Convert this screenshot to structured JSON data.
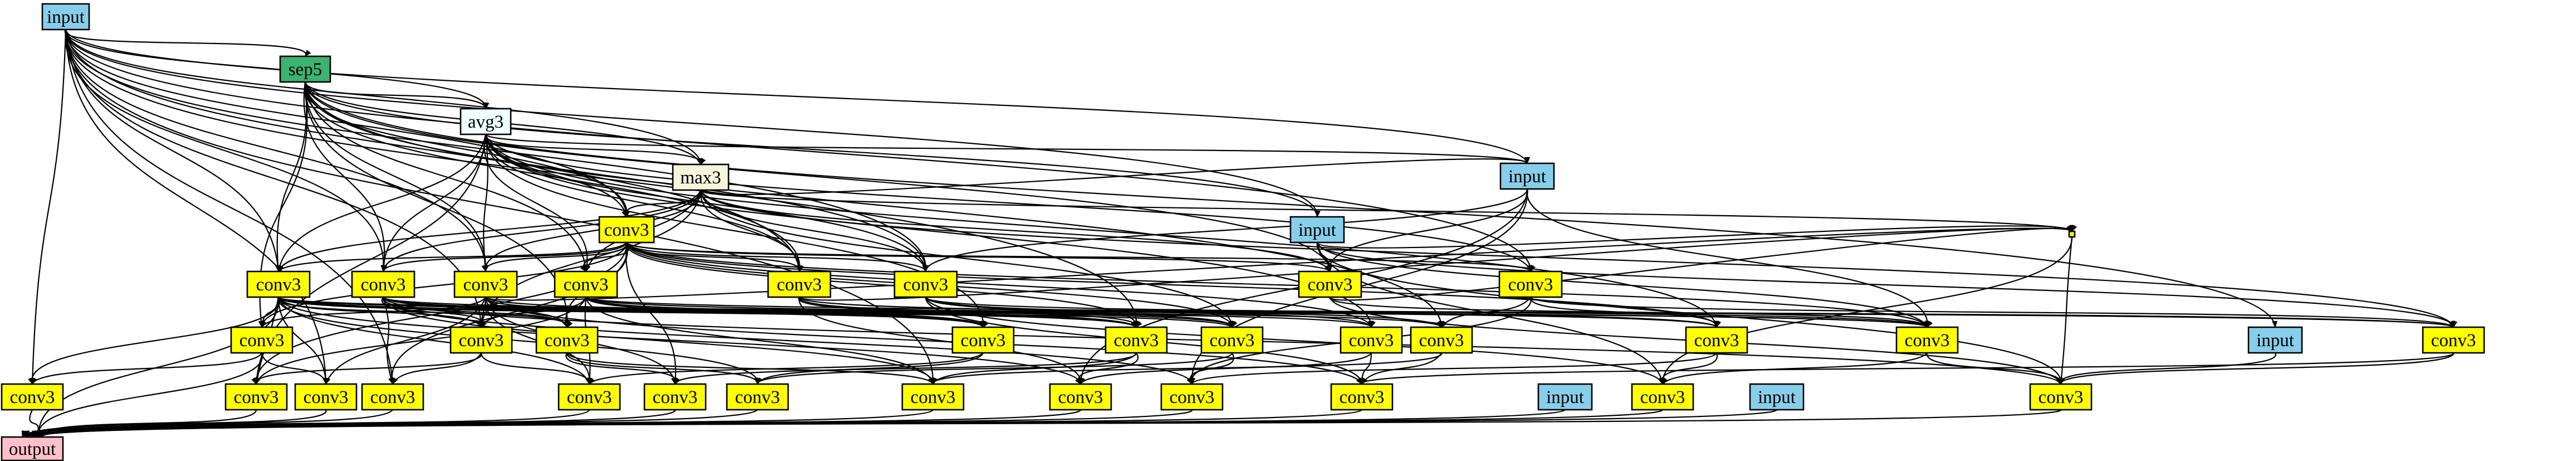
{
  "graph": {
    "colors": {
      "input": "#87ceeb",
      "output": "#ffc0cb",
      "sep5": "#3cb371",
      "avg3": "#f0ffff",
      "max3": "#f5f5dc",
      "conv3": "#ffff00",
      "edge": "#000000"
    },
    "nodes": [
      {
        "id": "n0",
        "label": "input",
        "type": "input"
      },
      {
        "id": "n1",
        "label": "sep5",
        "type": "sep5"
      },
      {
        "id": "n2",
        "label": "avg3",
        "type": "avg3"
      },
      {
        "id": "n3",
        "label": "max3",
        "type": "max3"
      },
      {
        "id": "n4",
        "label": "input",
        "type": "input"
      },
      {
        "id": "n5",
        "label": "conv3",
        "type": "conv3"
      },
      {
        "id": "n6",
        "label": "input",
        "type": "input"
      },
      {
        "id": "n7",
        "label": "conv3",
        "type": "conv3"
      },
      {
        "id": "n8",
        "label": "conv3",
        "type": "conv3"
      },
      {
        "id": "n9",
        "label": "conv3",
        "type": "conv3"
      },
      {
        "id": "n10",
        "label": "conv3",
        "type": "conv3"
      },
      {
        "id": "n11",
        "label": "conv3",
        "type": "conv3"
      },
      {
        "id": "n12",
        "label": "conv3",
        "type": "conv3"
      },
      {
        "id": "n13",
        "label": "conv3",
        "type": "conv3"
      },
      {
        "id": "n14",
        "label": "conv3",
        "type": "conv3"
      },
      {
        "id": "n15",
        "label": "conv3",
        "type": "conv3"
      },
      {
        "id": "n16",
        "label": "conv3",
        "type": "conv3"
      },
      {
        "id": "n17",
        "label": "conv3",
        "type": "conv3"
      },
      {
        "id": "n18",
        "label": "conv3",
        "type": "conv3"
      },
      {
        "id": "n19",
        "label": "conv3",
        "type": "conv3"
      },
      {
        "id": "n20",
        "label": "conv3",
        "type": "conv3"
      },
      {
        "id": "n21",
        "label": "conv3",
        "type": "conv3"
      },
      {
        "id": "n22",
        "label": "conv3",
        "type": "conv3"
      },
      {
        "id": "n23",
        "label": "conv3",
        "type": "conv3"
      },
      {
        "id": "n24",
        "label": "conv3",
        "type": "conv3"
      },
      {
        "id": "n25",
        "label": "conv3",
        "type": "conv3"
      },
      {
        "id": "n26",
        "label": "conv3",
        "type": "conv3"
      },
      {
        "id": "n27",
        "label": "input",
        "type": "input"
      },
      {
        "id": "n28",
        "label": "conv3",
        "type": "conv3"
      },
      {
        "id": "n29",
        "label": "conv3",
        "type": "conv3"
      },
      {
        "id": "n30",
        "label": "conv3",
        "type": "conv3"
      },
      {
        "id": "n31",
        "label": "conv3",
        "type": "conv3"
      },
      {
        "id": "n32",
        "label": "conv3",
        "type": "conv3"
      },
      {
        "id": "n33",
        "label": "conv3",
        "type": "conv3"
      },
      {
        "id": "n34",
        "label": "conv3",
        "type": "conv3"
      },
      {
        "id": "n35",
        "label": "conv3",
        "type": "conv3"
      },
      {
        "id": "n36",
        "label": "conv3",
        "type": "conv3"
      },
      {
        "id": "n37",
        "label": "conv3",
        "type": "conv3"
      },
      {
        "id": "n38",
        "label": "conv3",
        "type": "conv3"
      },
      {
        "id": "n39",
        "label": "conv3",
        "type": "conv3"
      },
      {
        "id": "n40",
        "label": "conv3",
        "type": "conv3"
      },
      {
        "id": "n41",
        "label": "input",
        "type": "input"
      },
      {
        "id": "n42",
        "label": "input",
        "type": "input"
      },
      {
        "id": "n43",
        "label": "output",
        "type": "output"
      }
    ],
    "edges": [
      [
        "n0",
        "n1"
      ],
      [
        "n0",
        "n2"
      ],
      [
        "n0",
        "n3"
      ],
      [
        "n0",
        "n4"
      ],
      [
        "n0",
        "n6"
      ],
      [
        "n0",
        "n5"
      ],
      [
        "n0",
        "n7"
      ],
      [
        "n0",
        "n8"
      ],
      [
        "n0",
        "n9"
      ],
      [
        "n0",
        "n11"
      ],
      [
        "n0",
        "n12"
      ],
      [
        "n0",
        "n14"
      ],
      [
        "n0",
        "n16"
      ],
      [
        "n0",
        "n19"
      ],
      [
        "n0",
        "n28"
      ],
      [
        "n0",
        "n30"
      ],
      [
        "n0",
        "n31"
      ],
      [
        "n0",
        "n35"
      ],
      [
        "n1",
        "n2"
      ],
      [
        "n1",
        "n3"
      ],
      [
        "n1",
        "n5"
      ],
      [
        "n1",
        "n6"
      ],
      [
        "n1",
        "n7"
      ],
      [
        "n1",
        "n8"
      ],
      [
        "n1",
        "n9"
      ],
      [
        "n1",
        "n10"
      ],
      [
        "n1",
        "n11"
      ],
      [
        "n1",
        "n12"
      ],
      [
        "n1",
        "n13"
      ],
      [
        "n1",
        "n15"
      ],
      [
        "n1",
        "n17"
      ],
      [
        "n1",
        "n22"
      ],
      [
        "n1",
        "n27"
      ],
      [
        "n2",
        "n3"
      ],
      [
        "n2",
        "n4"
      ],
      [
        "n2",
        "n5"
      ],
      [
        "n2",
        "n7"
      ],
      [
        "n2",
        "n8"
      ],
      [
        "n2",
        "n9"
      ],
      [
        "n2",
        "n10"
      ],
      [
        "n2",
        "n11"
      ],
      [
        "n2",
        "n12"
      ],
      [
        "n2",
        "n14"
      ],
      [
        "n2",
        "n18"
      ],
      [
        "n2",
        "n21"
      ],
      [
        "n2",
        "n23"
      ],
      [
        "n2",
        "n29"
      ],
      [
        "n3",
        "n4"
      ],
      [
        "n3",
        "n5"
      ],
      [
        "n3",
        "n7"
      ],
      [
        "n3",
        "n8"
      ],
      [
        "n3",
        "n9"
      ],
      [
        "n3",
        "n10"
      ],
      [
        "n3",
        "n11"
      ],
      [
        "n3",
        "n12"
      ],
      [
        "n3",
        "n13"
      ],
      [
        "n3",
        "n16"
      ],
      [
        "n3",
        "n20"
      ],
      [
        "n3",
        "n25"
      ],
      [
        "n3",
        "n26"
      ],
      [
        "n4",
        "n12"
      ],
      [
        "n4",
        "n13"
      ],
      [
        "n4",
        "n24"
      ],
      [
        "n4",
        "n36"
      ],
      [
        "n4",
        "n37"
      ],
      [
        "n5",
        "n7"
      ],
      [
        "n5",
        "n8"
      ],
      [
        "n5",
        "n9"
      ],
      [
        "n5",
        "n10"
      ],
      [
        "n5",
        "n11"
      ],
      [
        "n5",
        "n12"
      ],
      [
        "n5",
        "n13"
      ],
      [
        "n5",
        "n14"
      ],
      [
        "n5",
        "n15"
      ],
      [
        "n5",
        "n17"
      ],
      [
        "n5",
        "n19"
      ],
      [
        "n5",
        "n20"
      ],
      [
        "n5",
        "n21"
      ],
      [
        "n5",
        "n23"
      ],
      [
        "n5",
        "n24"
      ],
      [
        "n5",
        "n29"
      ],
      [
        "n5",
        "n31"
      ],
      [
        "n5",
        "n33"
      ],
      [
        "n6",
        "n13"
      ],
      [
        "n6",
        "n24"
      ],
      [
        "n6",
        "n25"
      ],
      [
        "n6",
        "n26"
      ],
      [
        "n6",
        "n39"
      ],
      [
        "n6",
        "n40"
      ],
      [
        "n7",
        "n15"
      ],
      [
        "n7",
        "n16"
      ],
      [
        "n7",
        "n17"
      ],
      [
        "n7",
        "n18"
      ],
      [
        "n7",
        "n19"
      ],
      [
        "n7",
        "n20"
      ],
      [
        "n7",
        "n24"
      ],
      [
        "n7",
        "n25"
      ],
      [
        "n7",
        "n28"
      ],
      [
        "n7",
        "n29"
      ],
      [
        "n7",
        "n30"
      ],
      [
        "n7",
        "n32"
      ],
      [
        "n7",
        "n34"
      ],
      [
        "n7",
        "n36"
      ],
      [
        "n7",
        "n43"
      ],
      [
        "n8",
        "n16"
      ],
      [
        "n8",
        "n17"
      ],
      [
        "n8",
        "n18"
      ],
      [
        "n8",
        "n19"
      ],
      [
        "n8",
        "n21"
      ],
      [
        "n8",
        "n24"
      ],
      [
        "n8",
        "n31"
      ],
      [
        "n8",
        "n35"
      ],
      [
        "n8",
        "n37"
      ],
      [
        "n8",
        "n40"
      ],
      [
        "n9",
        "n15"
      ],
      [
        "n9",
        "n16"
      ],
      [
        "n9",
        "n17"
      ],
      [
        "n9",
        "n18"
      ],
      [
        "n9",
        "n22"
      ],
      [
        "n9",
        "n26"
      ],
      [
        "n9",
        "n30"
      ],
      [
        "n9",
        "n32"
      ],
      [
        "n9",
        "n33"
      ],
      [
        "n9",
        "n38"
      ],
      [
        "n10",
        "n16"
      ],
      [
        "n10",
        "n18"
      ],
      [
        "n10",
        "n19"
      ],
      [
        "n10",
        "n20"
      ],
      [
        "n10",
        "n23"
      ],
      [
        "n10",
        "n25"
      ],
      [
        "n10",
        "n29"
      ],
      [
        "n10",
        "n32"
      ],
      [
        "n10",
        "n35"
      ],
      [
        "n11",
        "n19"
      ],
      [
        "n11",
        "n20"
      ],
      [
        "n11",
        "n23"
      ],
      [
        "n11",
        "n26"
      ],
      [
        "n11",
        "n36"
      ],
      [
        "n12",
        "n21"
      ],
      [
        "n12",
        "n22"
      ],
      [
        "n12",
        "n24"
      ],
      [
        "n12",
        "n38"
      ],
      [
        "n12",
        "n39"
      ],
      [
        "n13",
        "n24"
      ],
      [
        "n13",
        "n26"
      ],
      [
        "n13",
        "n40"
      ],
      [
        "n14",
        "n22"
      ],
      [
        "n14",
        "n23"
      ],
      [
        "n14",
        "n25"
      ],
      [
        "n14",
        "n37"
      ],
      [
        "n15",
        "n28"
      ],
      [
        "n15",
        "n30"
      ],
      [
        "n15",
        "n43"
      ],
      [
        "n16",
        "n31"
      ],
      [
        "n16",
        "n32"
      ],
      [
        "n16",
        "n29"
      ],
      [
        "n17",
        "n33"
      ],
      [
        "n17",
        "n34"
      ],
      [
        "n17",
        "n35"
      ],
      [
        "n18",
        "n32"
      ],
      [
        "n18",
        "n34"
      ],
      [
        "n19",
        "n33"
      ],
      [
        "n19",
        "n36"
      ],
      [
        "n19",
        "n35"
      ],
      [
        "n20",
        "n34"
      ],
      [
        "n20",
        "n37"
      ],
      [
        "n21",
        "n36"
      ],
      [
        "n21",
        "n38"
      ],
      [
        "n22",
        "n35"
      ],
      [
        "n22",
        "n38"
      ],
      [
        "n23",
        "n37"
      ],
      [
        "n23",
        "n39"
      ],
      [
        "n24",
        "n39"
      ],
      [
        "n24",
        "n40"
      ],
      [
        "n25",
        "n40"
      ],
      [
        "n25",
        "n38"
      ],
      [
        "n26",
        "n40"
      ],
      [
        "n26",
        "n39"
      ],
      [
        "n27",
        "n40"
      ],
      [
        "n28",
        "n43"
      ],
      [
        "n29",
        "n43"
      ],
      [
        "n30",
        "n43"
      ],
      [
        "n31",
        "n43"
      ],
      [
        "n32",
        "n43"
      ],
      [
        "n33",
        "n43"
      ],
      [
        "n34",
        "n43"
      ],
      [
        "n35",
        "n43"
      ],
      [
        "n36",
        "n43"
      ],
      [
        "n37",
        "n43"
      ],
      [
        "n38",
        "n43"
      ],
      [
        "n39",
        "n43"
      ],
      [
        "n40",
        "n43"
      ],
      [
        "n41",
        "n43"
      ],
      [
        "n42",
        "n43"
      ]
    ]
  }
}
